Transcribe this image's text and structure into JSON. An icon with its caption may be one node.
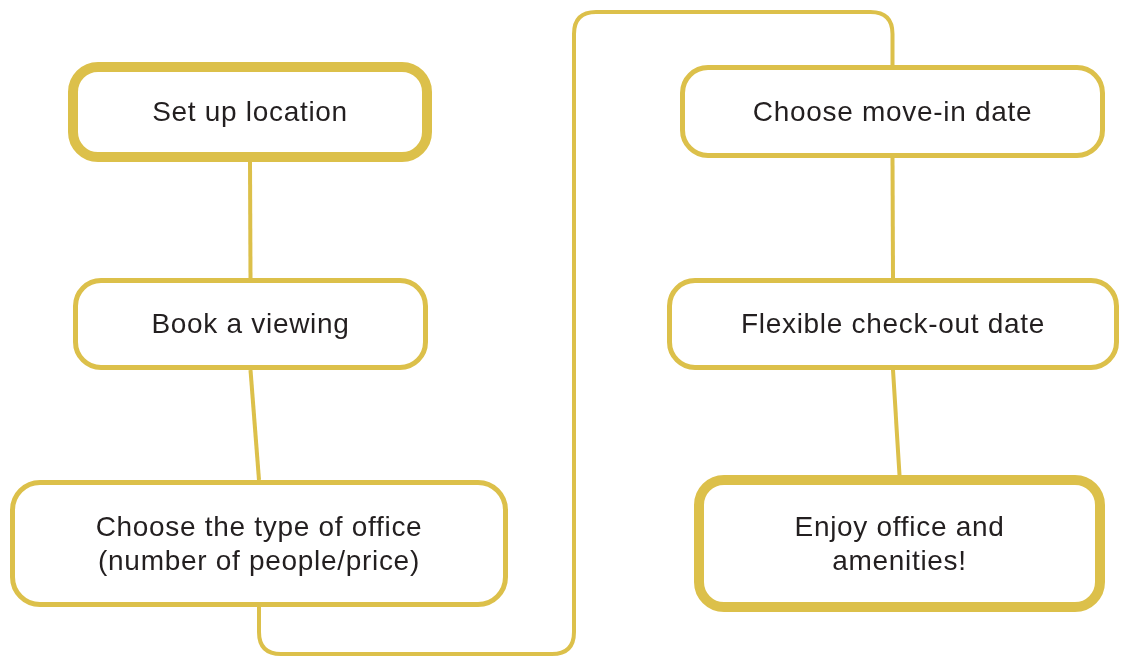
{
  "diagram": {
    "nodes": [
      {
        "text": [
          "Set up location"
        ]
      },
      {
        "text": [
          "Book a viewing"
        ]
      },
      {
        "text": [
          "Choose the type of office (number of people/price)"
        ]
      },
      {
        "text": [
          "Choose move-in date"
        ]
      },
      {
        "text": [
          "Flexible check-out date"
        ]
      },
      {
        "text": [
          "Enjoy office and amenities!"
        ]
      }
    ],
    "edges": [
      {
        "from": 0,
        "to": 1,
        "arrow": "none"
      },
      {
        "from": 1,
        "to": 2,
        "arrow": "none"
      },
      {
        "from": 2,
        "to": 3,
        "arrow": "none"
      },
      {
        "from": 3,
        "to": 4,
        "arrow": "none"
      },
      {
        "from": 4,
        "to": 5,
        "arrow": "none"
      }
    ]
  }
}
